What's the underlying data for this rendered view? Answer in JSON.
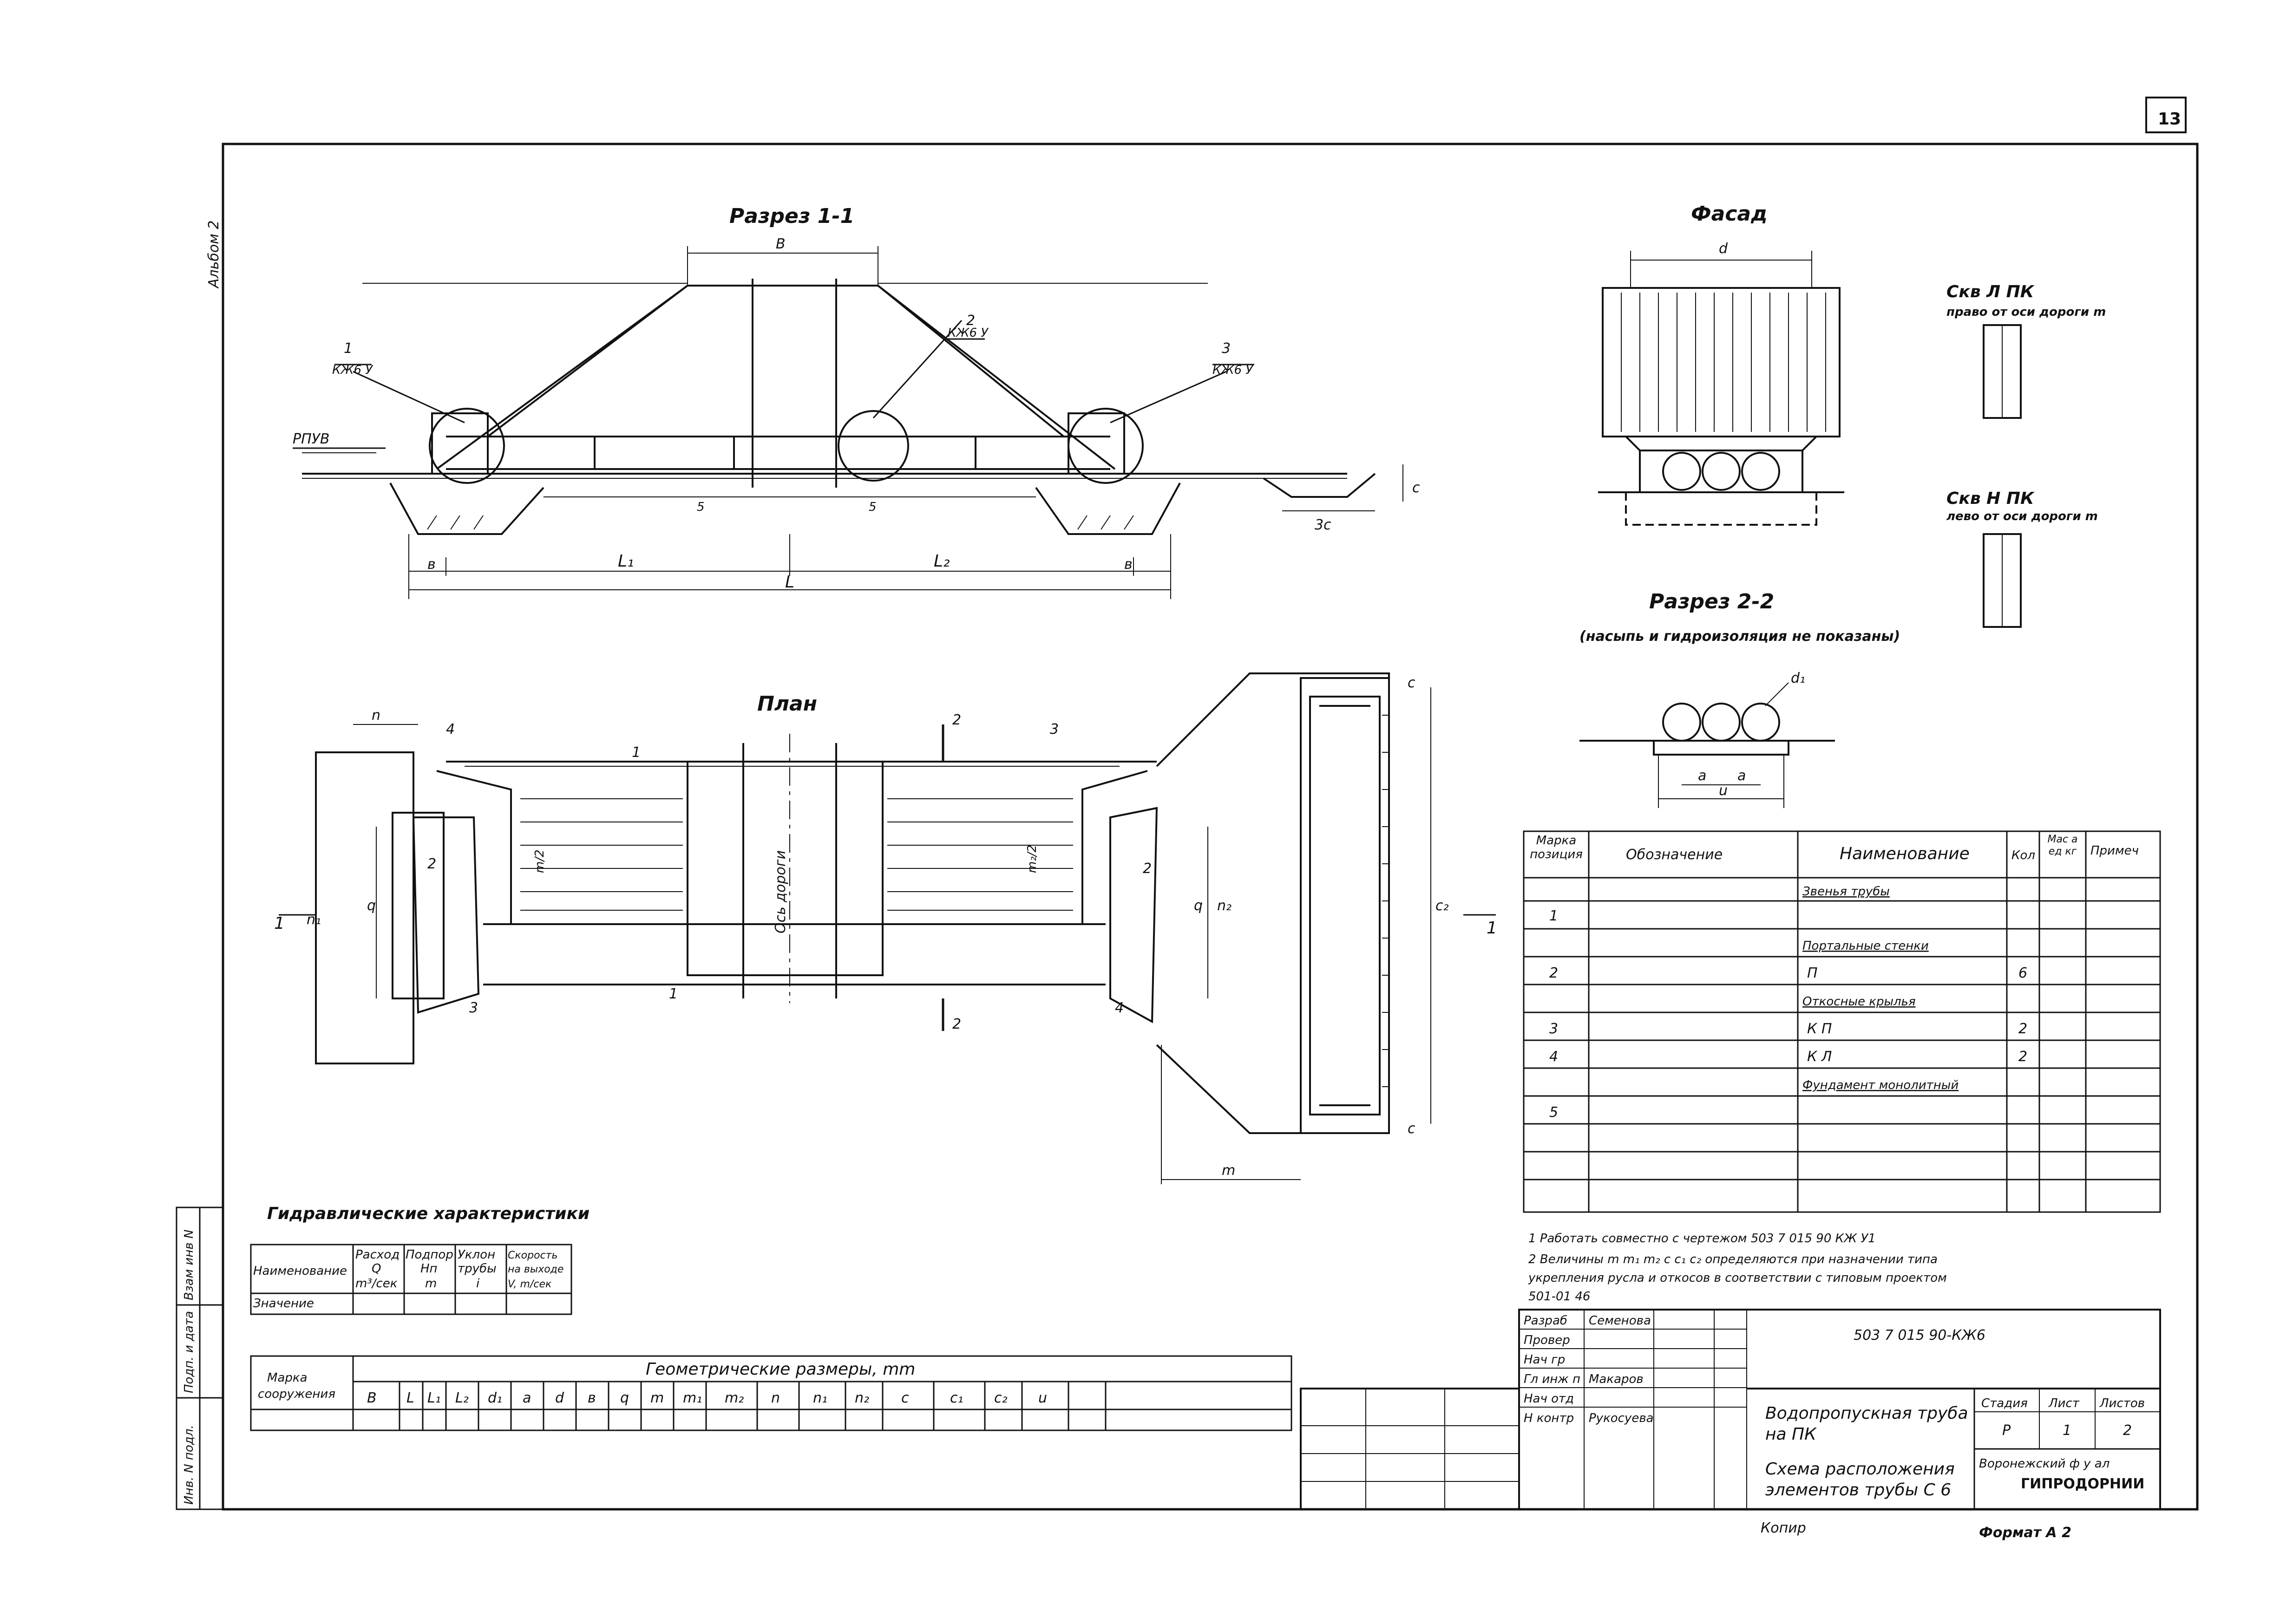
{
  "sheet": {
    "page_number": "13",
    "side_label": "Альбом 2",
    "copied_by": "Копир",
    "format": "Формат А 2"
  },
  "views": {
    "section_1_1": {
      "title": "Разрез 1-1",
      "labels": {
        "b_top": "B",
        "rpuv": "РПУВ",
        "l1": "L₁",
        "l2": "L₂",
        "l": "L",
        "b_left": "в",
        "b_right": "в",
        "three_c": "3c",
        "c": "c",
        "s1": "5",
        "s2": "5"
      },
      "callouts": [
        {
          "num": "1",
          "sheet": "КЖ6 У"
        },
        {
          "num": "2",
          "sheet": "КЖ6 У"
        },
        {
          "num": "3",
          "sheet": "КЖ6 У"
        }
      ]
    },
    "facade": {
      "title": "Фасад",
      "dim_d": "d"
    },
    "side_marks": [
      {
        "title": "Скв Л      ПК",
        "subtitle": "право от оси дороги      m"
      },
      {
        "title": "Скв Н      ПК",
        "subtitle": "лево от оси дороги      m"
      }
    ],
    "section_2_2": {
      "title": "Разрез 2-2",
      "note": "(насыпь и гидроизоляция не показаны)",
      "labels": {
        "d1": "d₁",
        "a1": "a",
        "a2": "a",
        "u": "u"
      }
    },
    "plan": {
      "title": "План",
      "labels": {
        "n": "n",
        "n1": "n₁",
        "n2": "n₂",
        "q1": "q",
        "q2": "q",
        "m2": "m/2",
        "m2r": "m₂/2",
        "road_axis": "Ось дороги",
        "m": "m",
        "c_top": "c",
        "c_bot": "c",
        "c2": "c₂",
        "sec1_left": "1",
        "sec1_right": "1",
        "sec2_top": "2",
        "sec2_bot": "2"
      },
      "callouts": [
        "4",
        "1",
        "3",
        "2",
        "3",
        "1",
        "2",
        "4"
      ]
    }
  },
  "spec_table": {
    "headers": [
      "Марка позиция",
      "Обозначение",
      "Наименование",
      "Кол",
      "Мас а ед кг",
      "Примеч"
    ],
    "rows": [
      {
        "pos": "",
        "name": "Звенья трубы",
        "qty": ""
      },
      {
        "pos": "1",
        "name": "",
        "qty": ""
      },
      {
        "pos": "",
        "name": "Портальные стенки",
        "qty": ""
      },
      {
        "pos": "2",
        "name": "П",
        "qty": "6"
      },
      {
        "pos": "",
        "name": "Откосные крылья",
        "qty": ""
      },
      {
        "pos": "3",
        "name": "К     П",
        "qty": "2"
      },
      {
        "pos": "4",
        "name": "К     Л",
        "qty": "2"
      },
      {
        "pos": "",
        "name": "Фундамент монолитный",
        "qty": ""
      },
      {
        "pos": "5",
        "name": "",
        "qty": ""
      },
      {
        "pos": "",
        "name": "",
        "qty": ""
      },
      {
        "pos": "",
        "name": "",
        "qty": ""
      }
    ]
  },
  "notes": [
    "1  Работать  совместно с чертежом   503 7 015 90 КЖ У1",
    "2  Величины  m m₁ m₂ c  c₁ c₂  определяются при назначении  типа",
    "   укрепления  русла  и  откосов  в соответствии с типовым проектом",
    "   501-01 46"
  ],
  "hydraulic": {
    "title": "Гидравлические характеристики",
    "row_header": "Наименование",
    "row_value": "Значение",
    "columns": [
      [
        "Расход",
        "Q",
        "m³/сек"
      ],
      [
        "Подпор",
        "Нп",
        "m"
      ],
      [
        "Уклон",
        "трубы",
        "i"
      ],
      [
        "Скорость",
        "на выходе",
        "V, m/сек"
      ]
    ]
  },
  "geometry_table": {
    "row_header": [
      "Марка",
      "сооружения"
    ],
    "title": "Геометрические размеры, mm",
    "columns": [
      "B",
      "L",
      "L₁",
      "L₂",
      "d₁",
      "a",
      "d",
      "в",
      "q",
      "m",
      "m₁",
      "m₂",
      "n",
      "n₁",
      "n₂",
      "c",
      "c₁",
      "c₂",
      "u"
    ]
  },
  "stamp": {
    "roles": [
      "Разраб",
      "Провер",
      "Нач гр",
      "Гл инж п",
      "Нач отд",
      "Н контр"
    ],
    "names": [
      "Семенова",
      "",
      "",
      "Макаров",
      "",
      "Рукосуева"
    ],
    "designation": "503 7 015 90-КЖ6",
    "title_1": "Водопропускная труба",
    "title_2": "на ПК",
    "title_3": "Схема расположения",
    "title_4": "элементов трубы С 6",
    "stage_label": "Стадия",
    "sheet_label": "Лист",
    "sheets_label": "Листов",
    "stage": "Р",
    "sheet": "1",
    "sheets": "2",
    "org_1": "Воронежский ф у ал",
    "org_2": "ГИПРОДОРНИИ"
  },
  "side_stamp": [
    "Инв. N подл.",
    "Подп. и дата",
    "Взам инв N"
  ]
}
